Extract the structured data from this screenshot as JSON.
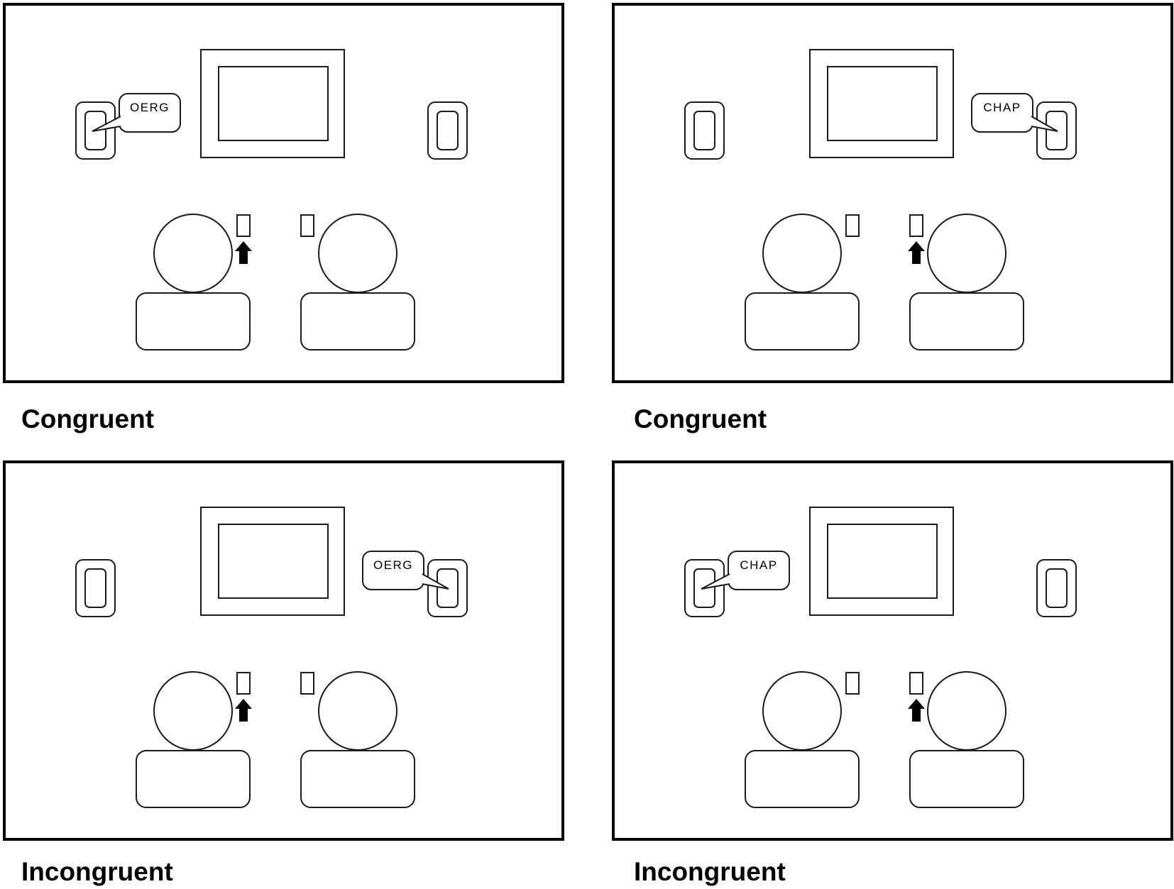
{
  "panels": [
    {
      "caption": "Congruent",
      "speaker_side": "left",
      "bubble_text": "OERG",
      "bubble_on": "left"
    },
    {
      "caption": "Congruent",
      "speaker_side": "right",
      "bubble_text": "CHAP",
      "bubble_on": "right"
    },
    {
      "caption": "Incongruent",
      "speaker_side": "left",
      "bubble_text": "OERG",
      "bubble_on": "right"
    },
    {
      "caption": "Incongruent",
      "speaker_side": "right",
      "bubble_text": "CHAP",
      "bubble_on": "left"
    }
  ],
  "colors": {
    "stroke": "#1a1a1a",
    "frame": "#000000",
    "background": "#ffffff"
  },
  "icons": {
    "speaker": "loudspeaker-icon",
    "screen": "screen-icon",
    "person": "person-icon",
    "arrow": "arrow-up-icon"
  }
}
